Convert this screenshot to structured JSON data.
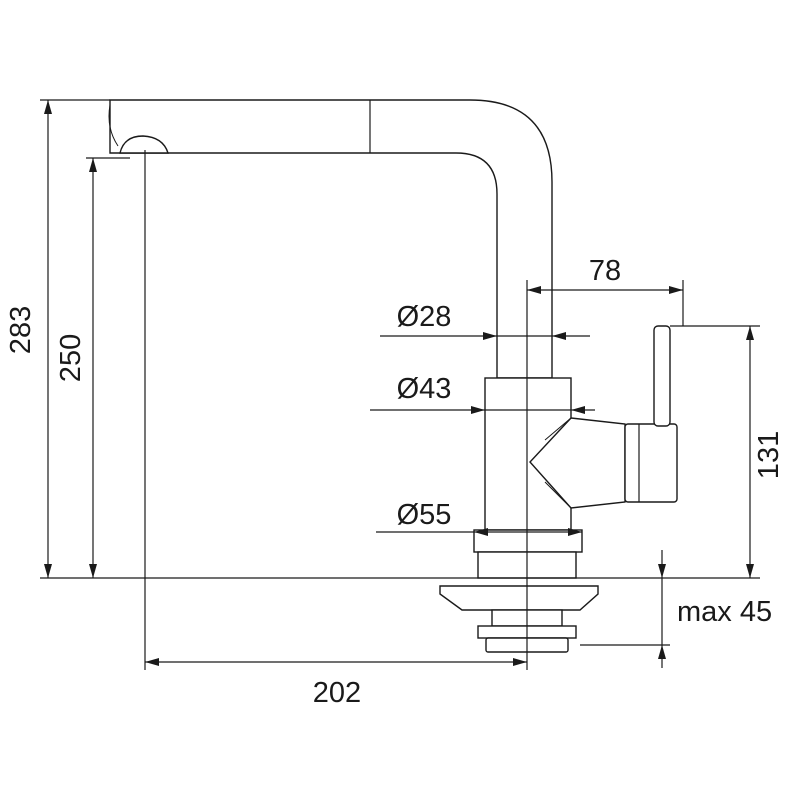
{
  "dimensions": {
    "total_height": "283",
    "spout_height": "250",
    "reach": "202",
    "handle_offset": "78",
    "spout_diameter": "Ø28",
    "body_diameter": "Ø43",
    "base_diameter": "Ø55",
    "handle_height": "131",
    "max_thickness": "max 45"
  },
  "colors": {
    "line": "#1a1a1a",
    "background": "#ffffff"
  }
}
